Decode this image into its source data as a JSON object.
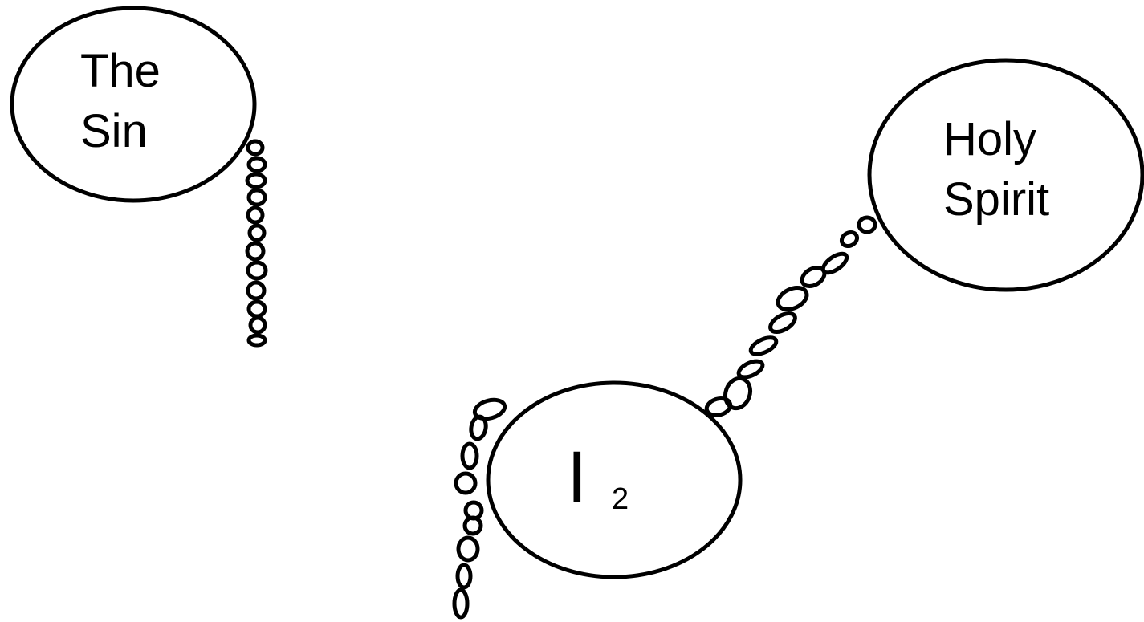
{
  "nodes": {
    "sin": {
      "line1": "The",
      "line2": "Sin"
    },
    "spirit": {
      "line1": "Holy",
      "line2": "Spirit"
    },
    "self": {
      "main": "I",
      "sub": "2"
    }
  }
}
